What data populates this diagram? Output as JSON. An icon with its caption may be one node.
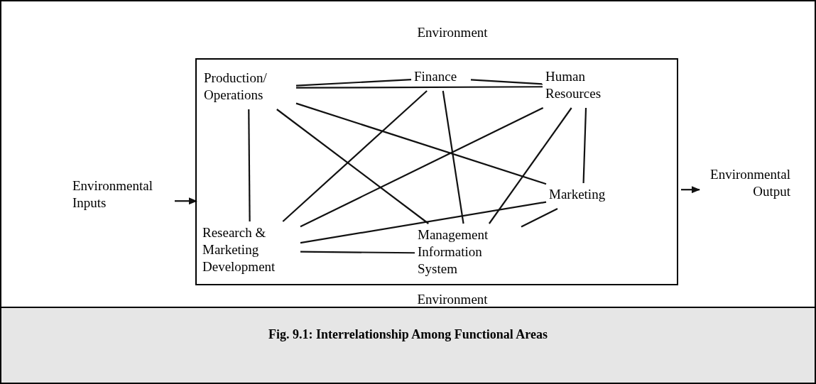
{
  "diagram": {
    "caption": "Fig. 9.1: Interrelationship Among Functional Areas",
    "nodes": [
      {
        "text": [],
        "shape": "box"
      },
      {
        "text": [
          "Production/ Operations"
        ],
        "in": 0
      },
      {
        "text": [
          "Finance"
        ],
        "in": 0
      },
      {
        "text": [
          "Human Resources"
        ],
        "in": 0
      },
      {
        "text": [
          "Marketing"
        ],
        "in": 0
      },
      {
        "text": [
          "Research & Marketing Development"
        ],
        "in": 0
      },
      {
        "text": [
          "Management Information System"
        ],
        "in": 0
      },
      {
        "text": [
          "Environmental Inputs"
        ]
      },
      {
        "text": [
          "Environmental Output"
        ]
      }
    ],
    "edges": [
      {
        "from": 1,
        "to": 2,
        "arrow": "none"
      },
      {
        "from": 2,
        "to": 3,
        "arrow": "none"
      },
      {
        "from": 1,
        "to": 3,
        "arrow": "none"
      },
      {
        "from": 1,
        "to": 5,
        "arrow": "none"
      },
      {
        "from": 1,
        "to": 6,
        "arrow": "none"
      },
      {
        "from": 1,
        "to": 4,
        "arrow": "none"
      },
      {
        "from": 2,
        "to": 5,
        "arrow": "none"
      },
      {
        "from": 2,
        "to": 6,
        "arrow": "none"
      },
      {
        "from": 3,
        "to": 5,
        "arrow": "none"
      },
      {
        "from": 3,
        "to": 6,
        "arrow": "none"
      },
      {
        "from": 3,
        "to": 4,
        "arrow": "none"
      },
      {
        "from": 4,
        "to": 5,
        "arrow": "none"
      },
      {
        "from": 5,
        "to": 6,
        "arrow": "none"
      },
      {
        "from": 4,
        "to": 6,
        "arrow": "none"
      },
      {
        "from": 7,
        "to": 0,
        "arrow": "to"
      },
      {
        "from": 0,
        "to": 8,
        "arrow": "to"
      }
    ],
    "labels": [
      "Environment",
      "Environment"
    ]
  }
}
